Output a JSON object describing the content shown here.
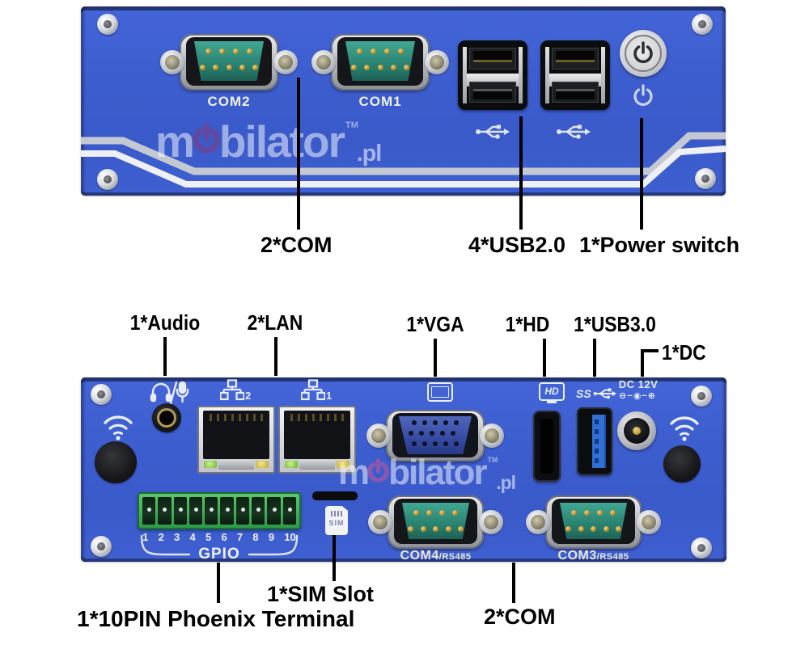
{
  "page": {
    "background": "#ffffff"
  },
  "brand": {
    "m": "m",
    "rest": "bilator",
    "tm": "TM",
    "pl": ".pl"
  },
  "front": {
    "com2_label": "COM2",
    "com1_label": "COM1",
    "callout_com": "2*COM",
    "callout_usb": "4*USB2.0",
    "callout_power": "1*Power switch"
  },
  "rear": {
    "callout_audio": "1*Audio",
    "callout_lan": "2*LAN",
    "callout_vga": "1*VGA",
    "callout_hd": "1*HD",
    "callout_usb3": "1*USB3.0",
    "callout_dc": "1*DC",
    "callout_sim": "1*SIM Slot",
    "callout_gpio": "1*10PIN Phoenix Terminal",
    "callout_com": "2*COM",
    "dc_label": "DC 12V",
    "dc_polarity": "⊖−◉−⊕",
    "lan2_num": "2",
    "lan1_num": "1",
    "hd_icon": "HD",
    "ss_icon": "SS",
    "sim_icon": "SIM",
    "gpio_label": "GPIO",
    "gpio_pins": [
      "1",
      "2",
      "3",
      "4",
      "5",
      "6",
      "7",
      "8",
      "9",
      "10"
    ],
    "com4_label": "COM4",
    "com4_std": "/RS485",
    "com3_label": "COM3",
    "com3_std": "/RS485"
  },
  "icons": {
    "power-button-icon": "power-symbol-circle-bar",
    "power-indicator-icon": "power-symbol-outline",
    "usb-icon": "usb-trident",
    "usb3-ss-icon": "SS-plus-usb-trident",
    "headphone-mic-icon": "headphones-slash-microphone",
    "lan-network-icon": "three-node-network",
    "monitor-icon": "display-outline",
    "hd-icon": "HD-display-outline",
    "wifi-icon": "wifi-arcs",
    "sim-card-icon": "sim-card",
    "dc-polarity-icon": "center-positive-barrel"
  },
  "colors": {
    "panel_blue": "#3d5ecf",
    "callout_black": "#000000",
    "port_teal": "#2f9582",
    "vga_blue": "#445caf",
    "gpio_green": "#3cb054",
    "usb3_blue": "#2f6fd6",
    "led_green": "#7cc440",
    "led_yellow": "#cdbc3e",
    "stripe_gray": "#c3c8d3",
    "stripe_white": "#eef0f5"
  }
}
